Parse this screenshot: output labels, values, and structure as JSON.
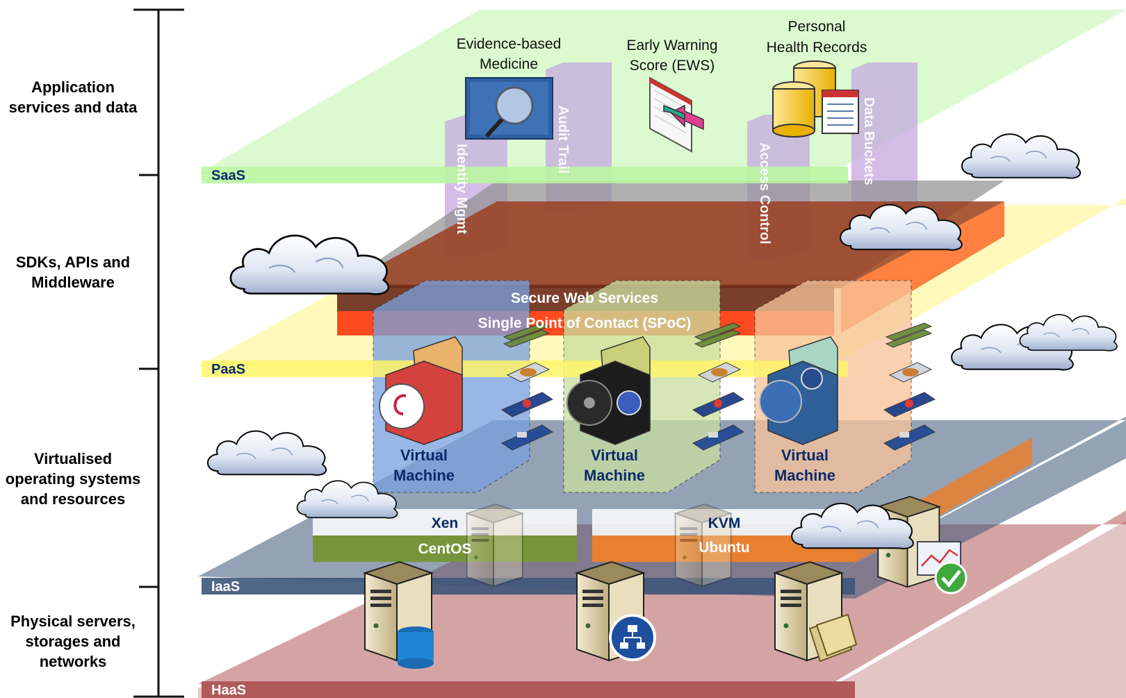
{
  "layers": {
    "saas": "SaaS",
    "paas": "PaaS",
    "iaas": "IaaS",
    "haas": "HaaS"
  },
  "side_labels": {
    "application": "Application\nservices and data",
    "sdks": "SDKs, APIs and\nMiddleware",
    "virtualised": "Virtualised\noperating systems\nand resources",
    "physical": "Physical servers,\nstorages and\nnetworks"
  },
  "apps": {
    "ebm": {
      "line1": "Evidence-based",
      "line2": "Medicine"
    },
    "ews": {
      "line1": "Early Warning",
      "line2": "Score (EWS)"
    },
    "phr": {
      "line1": "Personal",
      "line2": "Health Records"
    }
  },
  "pillars": {
    "identity": "Identity Mgmt",
    "audit": "Audit Trail",
    "access": "Access Control",
    "buckets": "Data Buckets"
  },
  "middleware": {
    "secure": "Secure Web Services",
    "spoc": "Single Point of Contact (SPoC)"
  },
  "vms": [
    {
      "line1": "Virtual",
      "line2": "Machine",
      "os": "debian"
    },
    {
      "line1": "Virtual",
      "line2": "Machine",
      "os": "windows"
    },
    {
      "line1": "Virtual",
      "line2": "Machine",
      "os": "fedora"
    }
  ],
  "hypervisors": {
    "xen": "Xen",
    "centos": "CentOS",
    "kvm": "KVM",
    "ubuntu": "Ubuntu"
  },
  "colors": {
    "saas_band": "#b9f5a0",
    "paas_band": "#fff56a",
    "iaas_band": "#3d5579",
    "haas_band": "#b15a5a",
    "middleware_slab": "#9b3f22",
    "spoc": "#ff4a1f",
    "pillar": "#c6a8e0",
    "vm1": "#7aa0de",
    "vm2": "#c9dea0",
    "vm3": "#f7c49a",
    "centos": "#76953a",
    "ubuntu": "#e9802f"
  }
}
